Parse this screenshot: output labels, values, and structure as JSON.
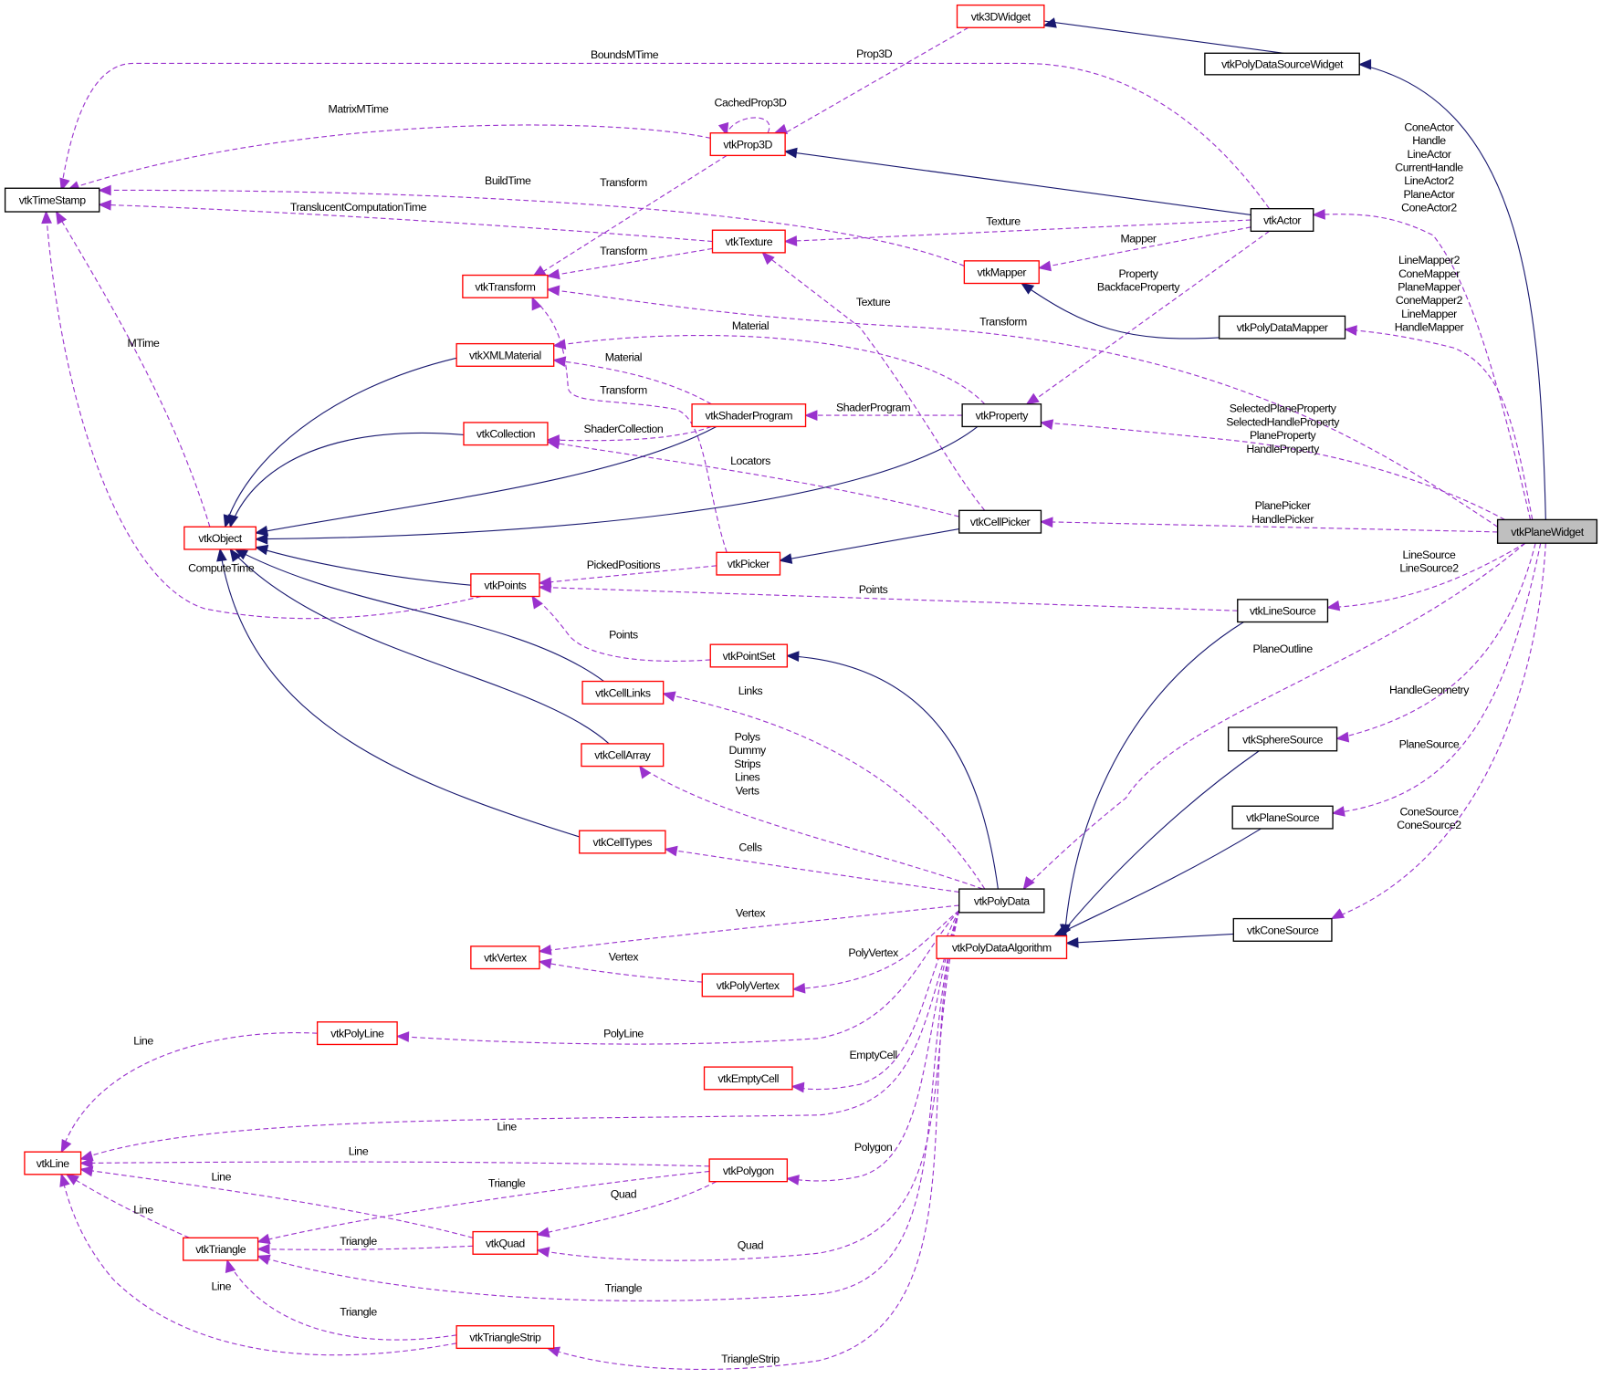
{
  "title": "vtkPlaneWidget collaboration graph",
  "colors": {
    "usage_edge": "#9a32cd",
    "inheritance_edge": "#191970",
    "undocumented_border": "#ff0000",
    "documented_border": "#000000",
    "focus_fill": "#bfbfbf"
  },
  "nodes": [
    {
      "id": "vtk3DWidget",
      "label": "vtk3DWidget",
      "style": "red"
    },
    {
      "id": "vtkPolyDataSourceWidget",
      "label": "vtkPolyDataSourceWidget",
      "style": "black"
    },
    {
      "id": "vtkProp3D",
      "label": "vtkProp3D",
      "style": "red"
    },
    {
      "id": "vtkTimeStamp",
      "label": "vtkTimeStamp",
      "style": "black"
    },
    {
      "id": "vtkActor",
      "label": "vtkActor",
      "style": "black"
    },
    {
      "id": "vtkTexture",
      "label": "vtkTexture",
      "style": "red"
    },
    {
      "id": "vtkMapper",
      "label": "vtkMapper",
      "style": "red"
    },
    {
      "id": "vtkTransform",
      "label": "vtkTransform",
      "style": "red"
    },
    {
      "id": "vtkPolyDataMapper",
      "label": "vtkPolyDataMapper",
      "style": "black"
    },
    {
      "id": "vtkXMLMaterial",
      "label": "vtkXMLMaterial",
      "style": "red"
    },
    {
      "id": "vtkShaderProgram",
      "label": "vtkShaderProgram",
      "style": "red"
    },
    {
      "id": "vtkProperty",
      "label": "vtkProperty",
      "style": "black"
    },
    {
      "id": "vtkCollection",
      "label": "vtkCollection",
      "style": "red"
    },
    {
      "id": "vtkCellPicker",
      "label": "vtkCellPicker",
      "style": "black"
    },
    {
      "id": "vtkPlaneWidget",
      "label": "vtkPlaneWidget",
      "style": "focus"
    },
    {
      "id": "vtkObject",
      "label": "vtkObject",
      "style": "red"
    },
    {
      "id": "vtkPicker",
      "label": "vtkPicker",
      "style": "red"
    },
    {
      "id": "vtkPoints",
      "label": "vtkPoints",
      "style": "red"
    },
    {
      "id": "vtkLineSource",
      "label": "vtkLineSource",
      "style": "black"
    },
    {
      "id": "vtkPointSet",
      "label": "vtkPointSet",
      "style": "red"
    },
    {
      "id": "vtkCellLinks",
      "label": "vtkCellLinks",
      "style": "red"
    },
    {
      "id": "vtkSphereSource",
      "label": "vtkSphereSource",
      "style": "black"
    },
    {
      "id": "vtkCellArray",
      "label": "vtkCellArray",
      "style": "red"
    },
    {
      "id": "vtkPlaneSource",
      "label": "vtkPlaneSource",
      "style": "black"
    },
    {
      "id": "vtkCellTypes",
      "label": "vtkCellTypes",
      "style": "red"
    },
    {
      "id": "vtkPolyData",
      "label": "vtkPolyData",
      "style": "black"
    },
    {
      "id": "vtkConeSource",
      "label": "vtkConeSource",
      "style": "black"
    },
    {
      "id": "vtkPolyDataAlgorithm",
      "label": "vtkPolyDataAlgorithm",
      "style": "red"
    },
    {
      "id": "vtkVertex",
      "label": "vtkVertex",
      "style": "red"
    },
    {
      "id": "vtkPolyVertex",
      "label": "vtkPolyVertex",
      "style": "red"
    },
    {
      "id": "vtkPolyLine",
      "label": "vtkPolyLine",
      "style": "red"
    },
    {
      "id": "vtkEmptyCell",
      "label": "vtkEmptyCell",
      "style": "red"
    },
    {
      "id": "vtkLine",
      "label": "vtkLine",
      "style": "red"
    },
    {
      "id": "vtkPolygon",
      "label": "vtkPolygon",
      "style": "red"
    },
    {
      "id": "vtkQuad",
      "label": "vtkQuad",
      "style": "red"
    },
    {
      "id": "vtkTriangle",
      "label": "vtkTriangle",
      "style": "red"
    },
    {
      "id": "vtkTriangleStrip",
      "label": "vtkTriangleStrip",
      "style": "red"
    }
  ],
  "edges": [
    {
      "id": "e1",
      "from": "vtkPolyDataSourceWidget",
      "to": "vtk3DWidget",
      "type": "inheritance",
      "label": []
    },
    {
      "id": "e2",
      "from": "vtkPlaneWidget",
      "to": "vtkPolyDataSourceWidget",
      "type": "inheritance",
      "label": []
    },
    {
      "id": "e3",
      "from": "vtk3DWidget",
      "to": "vtkProp3D",
      "type": "usage",
      "label": [
        "Prop3D"
      ]
    },
    {
      "id": "e4",
      "from": "vtkActor",
      "to": "vtkTimeStamp",
      "type": "usage",
      "label": [
        "BoundsMTime"
      ]
    },
    {
      "id": "e5",
      "from": "vtkProp3D",
      "to": "vtkTimeStamp",
      "type": "usage",
      "label": [
        "MatrixMTime"
      ]
    },
    {
      "id": "e6",
      "from": "vtkProp3D",
      "to": "vtkProp3D",
      "type": "usage",
      "label": [
        "CachedProp3D"
      ]
    },
    {
      "id": "e7",
      "from": "vtkActor",
      "to": "vtkProp3D",
      "type": "inheritance",
      "label": []
    },
    {
      "id": "e8",
      "from": "vtkMapper",
      "to": "vtkTimeStamp",
      "type": "usage",
      "label": [
        "BuildTime"
      ]
    },
    {
      "id": "e9",
      "from": "vtkTexture",
      "to": "vtkTimeStamp",
      "type": "usage",
      "label": [
        "TranslucentComputationTime"
      ]
    },
    {
      "id": "e10",
      "from": "vtkProp3D",
      "to": "vtkTransform",
      "type": "usage",
      "label": [
        "Transform"
      ]
    },
    {
      "id": "e11",
      "from": "vtkActor",
      "to": "vtkTexture",
      "type": "usage",
      "label": [
        "Texture"
      ]
    },
    {
      "id": "e12",
      "from": "vtkTexture",
      "to": "vtkTransform",
      "type": "usage",
      "label": [
        "Transform"
      ]
    },
    {
      "id": "e13",
      "from": "vtkActor",
      "to": "vtkMapper",
      "type": "usage",
      "label": [
        "Mapper"
      ]
    },
    {
      "id": "e14",
      "from": "vtkActor",
      "to": "vtkProperty",
      "type": "usage",
      "label": [
        "Property",
        "BackfaceProperty"
      ]
    },
    {
      "id": "e15",
      "from": "vtkPolyDataMapper",
      "to": "vtkMapper",
      "type": "inheritance",
      "label": []
    },
    {
      "id": "e16",
      "from": "vtkPlaneWidget",
      "to": "vtkTransform",
      "type": "usage",
      "label": [
        "Transform"
      ]
    },
    {
      "id": "e17",
      "from": "vtkCellPicker",
      "to": "vtkTexture",
      "type": "usage",
      "label": [
        "Texture"
      ]
    },
    {
      "id": "e18",
      "from": "vtkProperty",
      "to": "vtkXMLMaterial",
      "type": "usage",
      "label": [
        "Material"
      ]
    },
    {
      "id": "e19",
      "from": "vtkShaderProgram",
      "to": "vtkXMLMaterial",
      "type": "usage",
      "label": [
        "Material"
      ]
    },
    {
      "id": "e20",
      "from": "vtkPicker",
      "to": "vtkTransform",
      "type": "usage",
      "label": [
        "Transform"
      ]
    },
    {
      "id": "e21",
      "from": "vtkProperty",
      "to": "vtkShaderProgram",
      "type": "usage",
      "label": [
        "ShaderProgram"
      ]
    },
    {
      "id": "e22",
      "from": "vtkShaderProgram",
      "to": "vtkCollection",
      "type": "usage",
      "label": [
        "ShaderCollection"
      ]
    },
    {
      "id": "e23",
      "from": "vtkCellPicker",
      "to": "vtkCollection",
      "type": "usage",
      "label": [
        "Locators"
      ]
    },
    {
      "id": "e24",
      "from": "vtkObject",
      "to": "vtkTimeStamp",
      "type": "usage",
      "label": [
        "MTime"
      ]
    },
    {
      "id": "e25",
      "from": "vtkXMLMaterial",
      "to": "vtkObject",
      "type": "inheritance",
      "label": []
    },
    {
      "id": "e26",
      "from": "vtkCollection",
      "to": "vtkObject",
      "type": "inheritance",
      "label": []
    },
    {
      "id": "e27",
      "from": "vtkShaderProgram",
      "to": "vtkObject",
      "type": "inheritance",
      "label": []
    },
    {
      "id": "e28",
      "from": "vtkProperty",
      "to": "vtkObject",
      "type": "inheritance",
      "label": []
    },
    {
      "id": "e29",
      "from": "vtkPoints",
      "to": "vtkObject",
      "type": "inheritance",
      "label": []
    },
    {
      "id": "e30",
      "from": "vtkPoints",
      "to": "vtkTimeStamp",
      "type": "usage",
      "label": [
        "ComputeTime"
      ]
    },
    {
      "id": "e31",
      "from": "vtkPlaneWidget",
      "to": "vtkActor",
      "type": "usage",
      "label": [
        "ConeActor",
        "Handle",
        "LineActor",
        "CurrentHandle",
        "LineActor2",
        "PlaneActor",
        "ConeActor2"
      ]
    },
    {
      "id": "e32",
      "from": "vtkPlaneWidget",
      "to": "vtkPolyDataMapper",
      "type": "usage",
      "label": [
        "LineMapper2",
        "ConeMapper",
        "PlaneMapper",
        "ConeMapper2",
        "LineMapper",
        "HandleMapper"
      ]
    },
    {
      "id": "e33",
      "from": "vtkPlaneWidget",
      "to": "vtkProperty",
      "type": "usage",
      "label": [
        "SelectedPlaneProperty",
        "SelectedHandleProperty",
        "PlaneProperty",
        "HandleProperty"
      ]
    },
    {
      "id": "e34",
      "from": "vtkPlaneWidget",
      "to": "vtkCellPicker",
      "type": "usage",
      "label": [
        "PlanePicker",
        "HandlePicker"
      ]
    },
    {
      "id": "e35",
      "from": "vtkCellPicker",
      "to": "vtkPicker",
      "type": "inheritance",
      "label": []
    },
    {
      "id": "e36",
      "from": "vtkPicker",
      "to": "vtkPoints",
      "type": "usage",
      "label": [
        "PickedPositions"
      ]
    },
    {
      "id": "e37",
      "from": "vtkLineSource",
      "to": "vtkPoints",
      "type": "usage",
      "label": [
        "Points"
      ]
    },
    {
      "id": "e38",
      "from": "vtkPlaneWidget",
      "to": "vtkLineSource",
      "type": "usage",
      "label": [
        "LineSource",
        "LineSource2"
      ]
    },
    {
      "id": "e39",
      "from": "vtkPointSet",
      "to": "vtkPoints",
      "type": "usage",
      "label": [
        "Points"
      ]
    },
    {
      "id": "e40",
      "from": "vtkCellLinks",
      "to": "vtkObject",
      "type": "inheritance",
      "label": []
    },
    {
      "id": "e41",
      "from": "vtkCellArray",
      "to": "vtkObject",
      "type": "inheritance",
      "label": []
    },
    {
      "id": "e42",
      "from": "vtkCellTypes",
      "to": "vtkObject",
      "type": "inheritance",
      "label": []
    },
    {
      "id": "e43",
      "from": "vtkPlaneWidget",
      "to": "vtkPolyData",
      "type": "usage",
      "label": [
        "PlaneOutline"
      ]
    },
    {
      "id": "e44",
      "from": "vtkPolyData",
      "to": "vtkCellLinks",
      "type": "usage",
      "label": [
        "Links"
      ]
    },
    {
      "id": "e45",
      "from": "vtkPolyData",
      "to": "vtkPointSet",
      "type": "inheritance",
      "label": []
    },
    {
      "id": "e46",
      "from": "vtkPlaneWidget",
      "to": "vtkSphereSource",
      "type": "usage",
      "label": [
        "HandleGeometry"
      ]
    },
    {
      "id": "e47",
      "from": "vtkPolyData",
      "to": "vtkCellArray",
      "type": "usage",
      "label": [
        "Polys",
        "Dummy",
        "Strips",
        "Lines",
        "Verts"
      ]
    },
    {
      "id": "e48",
      "from": "vtkPlaneWidget",
      "to": "vtkPlaneSource",
      "type": "usage",
      "label": [
        "PlaneSource"
      ]
    },
    {
      "id": "e49",
      "from": "vtkPolyData",
      "to": "vtkCellTypes",
      "type": "usage",
      "label": [
        "Cells"
      ]
    },
    {
      "id": "e50",
      "from": "vtkPlaneWidget",
      "to": "vtkConeSource",
      "type": "usage",
      "label": [
        "ConeSource",
        "ConeSource2"
      ]
    },
    {
      "id": "e51",
      "from": "vtkLineSource",
      "to": "vtkPolyDataAlgorithm",
      "type": "inheritance",
      "label": []
    },
    {
      "id": "e52",
      "from": "vtkSphereSource",
      "to": "vtkPolyDataAlgorithm",
      "type": "inheritance",
      "label": []
    },
    {
      "id": "e53",
      "from": "vtkPlaneSource",
      "to": "vtkPolyDataAlgorithm",
      "type": "inheritance",
      "label": []
    },
    {
      "id": "e54",
      "from": "vtkConeSource",
      "to": "vtkPolyDataAlgorithm",
      "type": "inheritance",
      "label": []
    },
    {
      "id": "e55",
      "from": "vtkPolyData",
      "to": "vtkVertex",
      "type": "usage",
      "label": [
        "Vertex"
      ]
    },
    {
      "id": "e56",
      "from": "vtkPolyVertex",
      "to": "vtkVertex",
      "type": "usage",
      "label": [
        "Vertex"
      ]
    },
    {
      "id": "e57",
      "from": "vtkPolyData",
      "to": "vtkPolyVertex",
      "type": "usage",
      "label": [
        "PolyVertex"
      ]
    },
    {
      "id": "e58",
      "from": "vtkPolyData",
      "to": "vtkPolyLine",
      "type": "usage",
      "label": [
        "PolyLine"
      ]
    },
    {
      "id": "e59",
      "from": "vtkPolyLine",
      "to": "vtkLine",
      "type": "usage",
      "label": [
        "Line"
      ]
    },
    {
      "id": "e60",
      "from": "vtkPolyData",
      "to": "vtkEmptyCell",
      "type": "usage",
      "label": [
        "EmptyCell"
      ]
    },
    {
      "id": "e61",
      "from": "vtkPolyData",
      "to": "vtkLine",
      "type": "usage",
      "label": [
        "Line"
      ]
    },
    {
      "id": "e62",
      "from": "vtkPolygon",
      "to": "vtkLine",
      "type": "usage",
      "label": [
        "Line"
      ]
    },
    {
      "id": "e63",
      "from": "vtkPolyData",
      "to": "vtkPolygon",
      "type": "usage",
      "label": [
        "Polygon"
      ]
    },
    {
      "id": "e64",
      "from": "vtkQuad",
      "to": "vtkLine",
      "type": "usage",
      "label": [
        "Line"
      ]
    },
    {
      "id": "e65",
      "from": "vtkPolygon",
      "to": "vtkTriangle",
      "type": "usage",
      "label": [
        "Triangle"
      ]
    },
    {
      "id": "e66",
      "from": "vtkPolygon",
      "to": "vtkQuad",
      "type": "usage",
      "label": [
        "Quad"
      ]
    },
    {
      "id": "e67",
      "from": "vtkTriangle",
      "to": "vtkLine",
      "type": "usage",
      "label": [
        "Line"
      ]
    },
    {
      "id": "e68",
      "from": "vtkQuad",
      "to": "vtkTriangle",
      "type": "usage",
      "label": [
        "Triangle"
      ]
    },
    {
      "id": "e69",
      "from": "vtkPolyData",
      "to": "vtkQuad",
      "type": "usage",
      "label": [
        "Quad"
      ]
    },
    {
      "id": "e70",
      "from": "vtkPolyData",
      "to": "vtkTriangle",
      "type": "usage",
      "label": [
        "Triangle"
      ]
    },
    {
      "id": "e71",
      "from": "vtkTriangleStrip",
      "to": "vtkLine",
      "type": "usage",
      "label": [
        "Line"
      ]
    },
    {
      "id": "e72",
      "from": "vtkTriangleStrip",
      "to": "vtkTriangle",
      "type": "usage",
      "label": [
        "Triangle"
      ]
    },
    {
      "id": "e73",
      "from": "vtkPolyData",
      "to": "vtkTriangleStrip",
      "type": "usage",
      "label": [
        "TriangleStrip"
      ]
    }
  ]
}
